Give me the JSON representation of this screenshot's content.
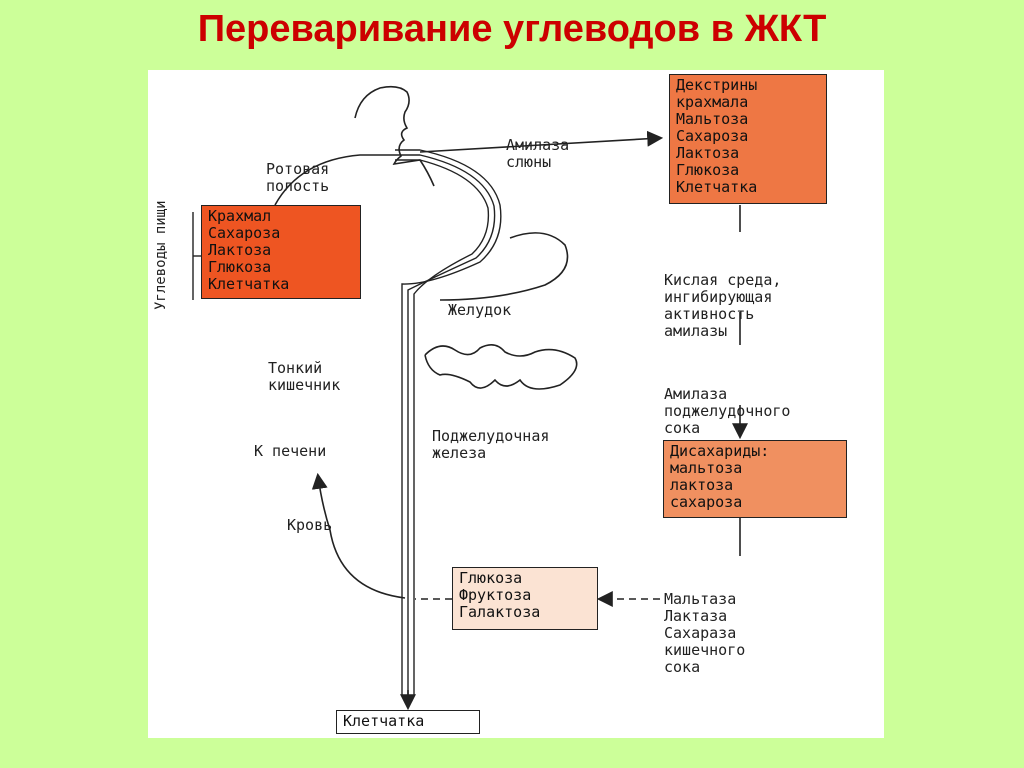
{
  "title": "Переваривание углеводов в ЖКТ",
  "food_label": "Углеводы пищи",
  "food_box": [
    "Крахмал",
    "Сахароза",
    "Лактоза",
    "Глюкоза",
    "Клетчатка"
  ],
  "mouth_label": [
    "Ротовая",
    "полость"
  ],
  "saliva_label": [
    "Амилаза",
    "слюны"
  ],
  "mouth_box": [
    "Декстрины",
    "крахмала",
    "Мальтоза",
    "Сахароза",
    "Лактоза",
    "Глюкоза",
    "Клетчатка"
  ],
  "acid_label": [
    "Кислая среда,",
    "ингибирующая",
    "активность",
    "амилазы"
  ],
  "stomach_label": "Желудок",
  "small_int_label": [
    "Тонкий",
    "кишечник"
  ],
  "pancreas_label": [
    "Поджелудочная",
    "железа"
  ],
  "pancreatic_amylase_label": [
    "Амилаза",
    "поджелудочного",
    "сока"
  ],
  "disaccharides_box": [
    "Дисахариды:",
    "мальтоза",
    "лактоза",
    "сахароза"
  ],
  "liver_label": "К печени",
  "blood_label": "Кровь",
  "monosaccharides_box": [
    "Глюкоза",
    "Фруктоза",
    "Галактоза"
  ],
  "enzymes_label": [
    "Мальтаза",
    "Лактаза",
    "Сахараза",
    "кишечного",
    "сока"
  ],
  "fiber_box": "Клетчатка",
  "colors": {
    "background": "#ccff99",
    "title": "#cc0000",
    "food_box": "#ee5522",
    "mouth_box": "#ee7744",
    "disaccharides_box": "#f09060",
    "monosaccharides_box": "#fbe3d3"
  }
}
